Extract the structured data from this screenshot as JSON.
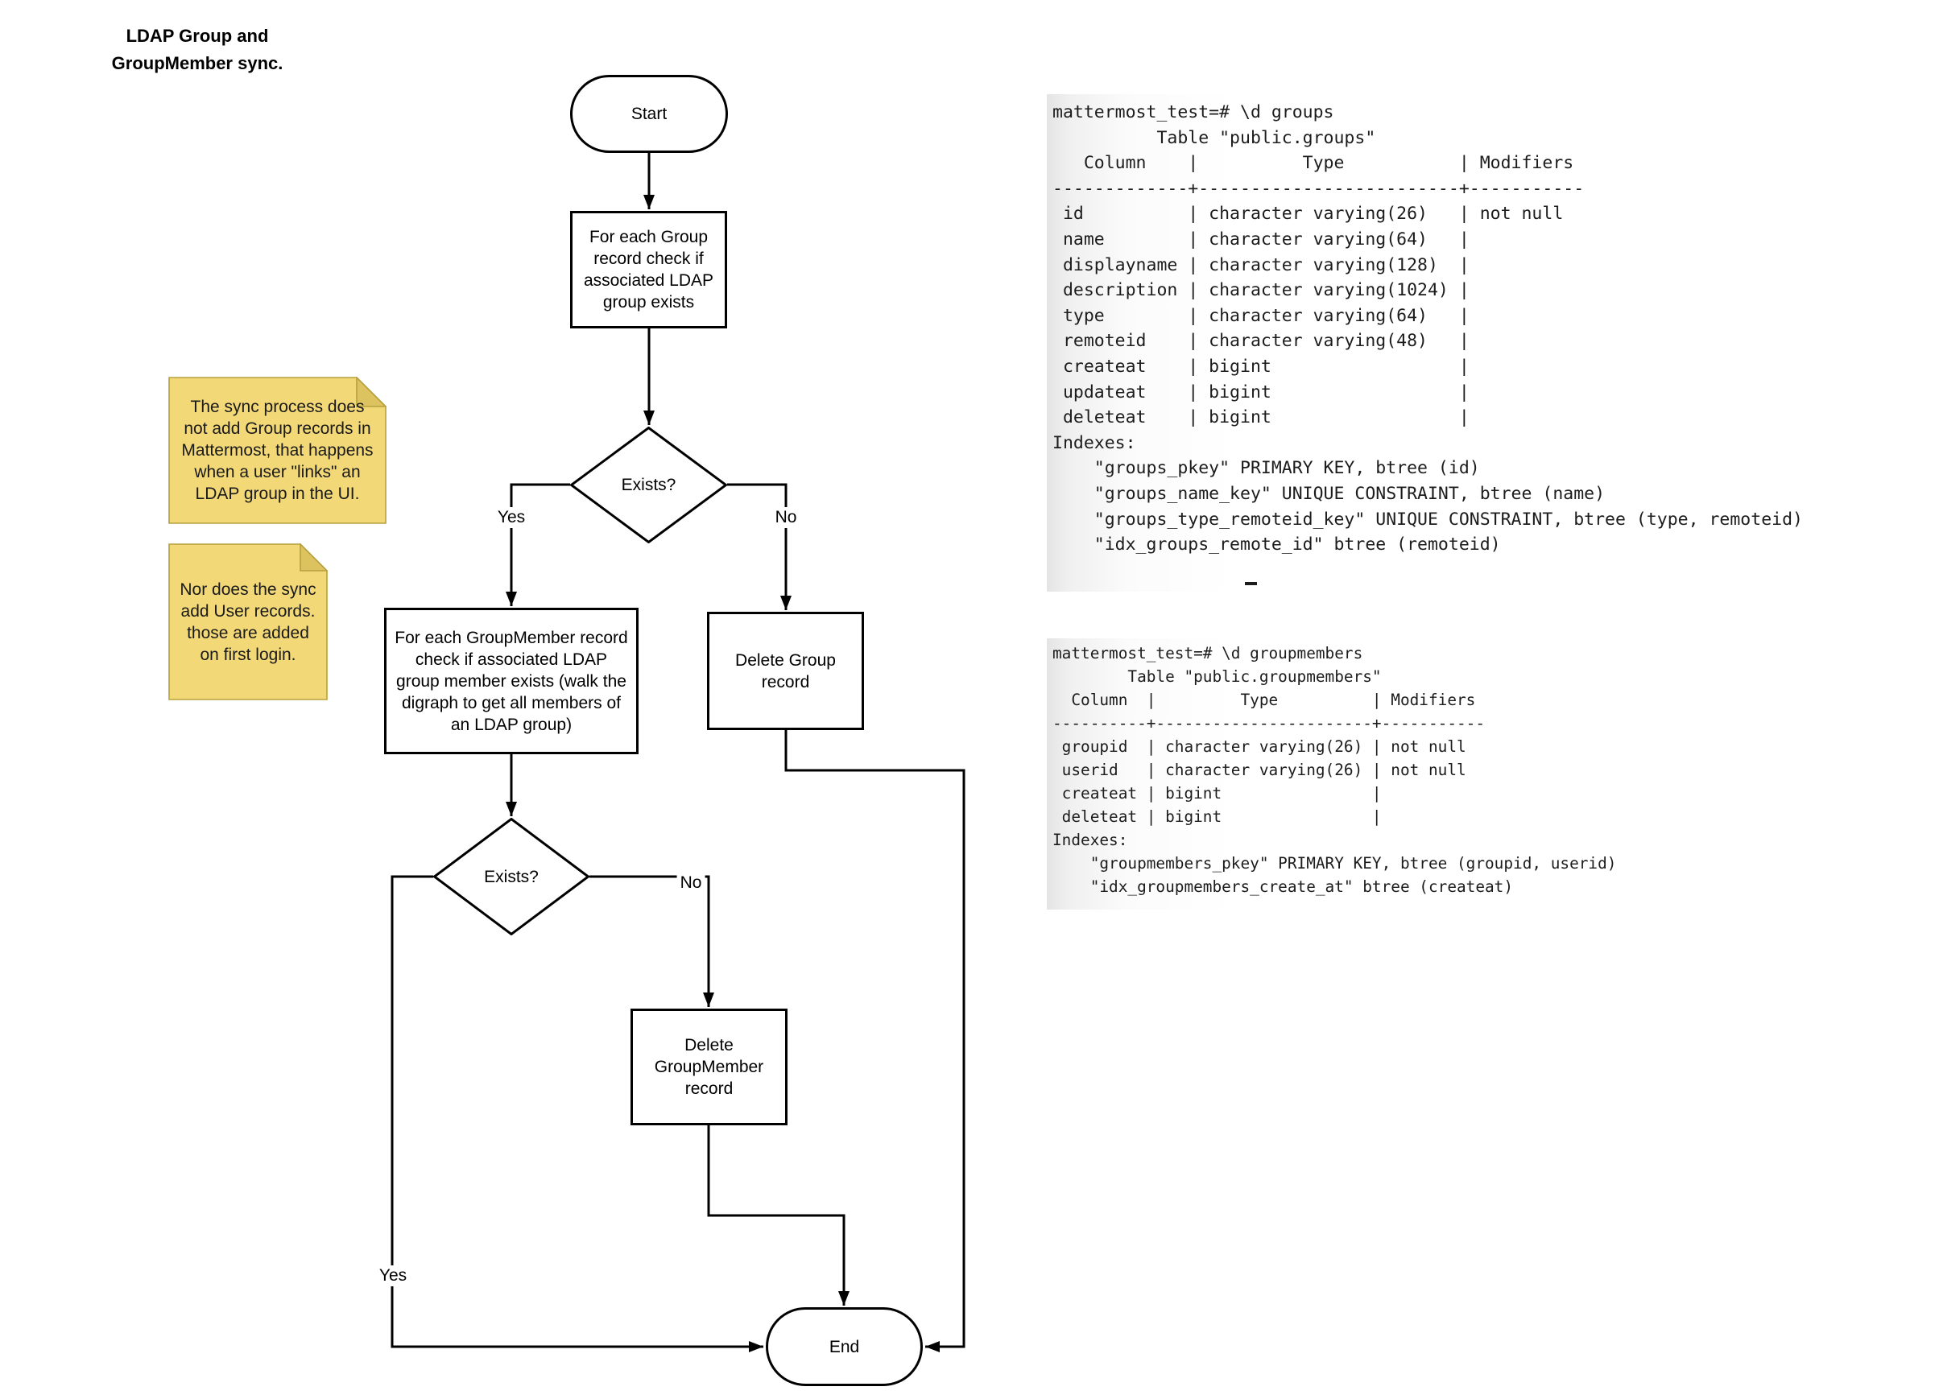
{
  "title": "LDAP Group and\nGroupMember sync.",
  "flowchart": {
    "nodes": {
      "start": "Start",
      "check_group": "For each Group\nrecord check if\nassociated LDAP\ngroup exists",
      "exists_group": "Exists?",
      "check_groupmember": "For each GroupMember record\ncheck if associated LDAP\ngroup member exists (walk the\ndigraph to get all members of\nan LDAP group)",
      "delete_group": "Delete Group\nrecord",
      "exists_groupmember": "Exists?",
      "delete_groupmember": "Delete\nGroupMember\nrecord",
      "end": "End"
    },
    "edge_labels": {
      "group_yes": "Yes",
      "group_no": "No",
      "member_yes": "Yes",
      "member_no": "No"
    }
  },
  "notes": [
    {
      "text": "The sync process does\nnot add Group records in\nMattermost, that happens\nwhen a user \"links\" an\nLDAP group in the UI."
    },
    {
      "text": "Nor does the sync\nadd User records.\nthose are added\non first login."
    }
  ],
  "terminals": [
    {
      "content": "mattermost_test=# \\d groups\n          Table \"public.groups\"\n   Column    |          Type           | Modifiers \n-------------+-------------------------+-----------\n id          | character varying(26)   | not null\n name        | character varying(64)   | \n displayname | character varying(128)  | \n description | character varying(1024) | \n type        | character varying(64)   | \n remoteid    | character varying(48)   | \n createat    | bigint                  | \n updateat    | bigint                  | \n deleteat    | bigint                  | \nIndexes:\n    \"groups_pkey\" PRIMARY KEY, btree (id)\n    \"groups_name_key\" UNIQUE CONSTRAINT, btree (name)\n    \"groups_type_remoteid_key\" UNIQUE CONSTRAINT, btree (type, remoteid)\n    \"idx_groups_remote_id\" btree (remoteid)"
    },
    {
      "content": "mattermost_test=# \\d groupmembers\n        Table \"public.groupmembers\"\n  Column  |         Type          | Modifiers \n----------+-----------------------+-----------\n groupid  | character varying(26) | not null\n userid   | character varying(26) | not null\n createat | bigint                | \n deleteat | bigint                | \nIndexes:\n    \"groupmembers_pkey\" PRIMARY KEY, btree (groupid, userid)\n    \"idx_groupmembers_create_at\" btree (createat)"
    }
  ],
  "colors": {
    "stroke": "#000000",
    "note_fill": "#F2D877",
    "note_fold": "#DDC35F",
    "note_border": "#B7A03E",
    "terminal_text": "#1C1C1C",
    "terminal_edge": "#E4E4E4"
  }
}
